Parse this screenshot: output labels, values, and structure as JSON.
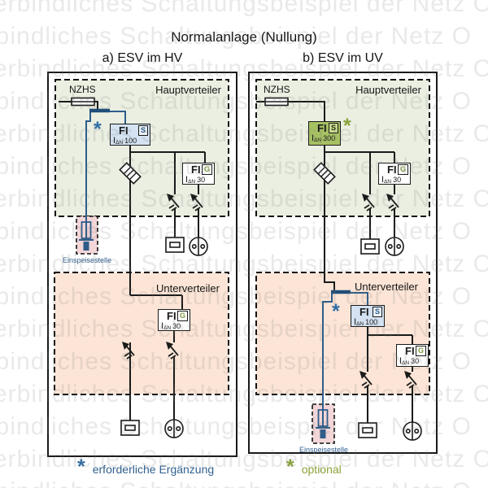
{
  "title": "Normalanlage (Nullung)",
  "watermark_text": "erbindliches Schaltungsbeispiel der Netz O",
  "panels": {
    "a": {
      "subtitle": "a) ESV im HV",
      "hauptverteiler_label": "Hauptverteiler",
      "nzhs_label": "NZHS",
      "asterisk": "*",
      "fi_hv_s": {
        "main": "FI",
        "corner": "S",
        "current": "I",
        "sub": "ΔN",
        "rating": "100"
      },
      "fi_hv_g": {
        "main": "FI",
        "corner": "G",
        "current": "I",
        "sub": "ΔN",
        "rating": "30"
      },
      "einspeisestelle_label": "Einspeisestelle",
      "unterverteiler_label": "Unterverteiler",
      "fi_uv_g": {
        "main": "FI",
        "corner": "G",
        "current": "I",
        "sub": "ΔN",
        "rating": "30"
      }
    },
    "b": {
      "subtitle": "b) ESV im UV",
      "hauptverteiler_label": "Hauptverteiler",
      "nzhs_label": "NZHS",
      "hv_asterisk": "*",
      "fi_hv_s": {
        "main": "FI",
        "corner": "S",
        "current": "I",
        "sub": "ΔN",
        "rating": "300"
      },
      "fi_hv_g": {
        "main": "FI",
        "corner": "G",
        "current": "I",
        "sub": "ΔN",
        "rating": "30"
      },
      "unterverteiler_label": "Unterverteiler",
      "uv_asterisk": "*",
      "fi_uv_s": {
        "main": "FI",
        "corner": "S",
        "current": "I",
        "sub": "ΔN",
        "rating": "100"
      },
      "fi_uv_g": {
        "main": "FI",
        "corner": "G",
        "current": "I",
        "sub": "ΔN",
        "rating": "30"
      },
      "einspeisestelle_label": "Einspeisestelle"
    }
  },
  "legend": {
    "required": {
      "symbol": "*",
      "label": "erforderliche Ergänzung"
    },
    "optional": {
      "symbol": "*",
      "label": "optional"
    }
  },
  "colors": {
    "hauptverteiler_bg": "#eaefe2",
    "unterverteiler_bg": "#fce5d6",
    "einspeisestelle_bg": "#f2d6d8",
    "fi_blue_bg": "#d4e2f1",
    "fi_green_bg": "#a6c162",
    "wire_black": "#1a1a1a",
    "wire_blue": "#2e5d8a",
    "bar_blue": "#1f4e79",
    "asterisk_blue": "#2e6da4",
    "asterisk_green": "#8aa23b",
    "label_blue": "#31608e",
    "watermark_gray": "#e7e7e7"
  }
}
